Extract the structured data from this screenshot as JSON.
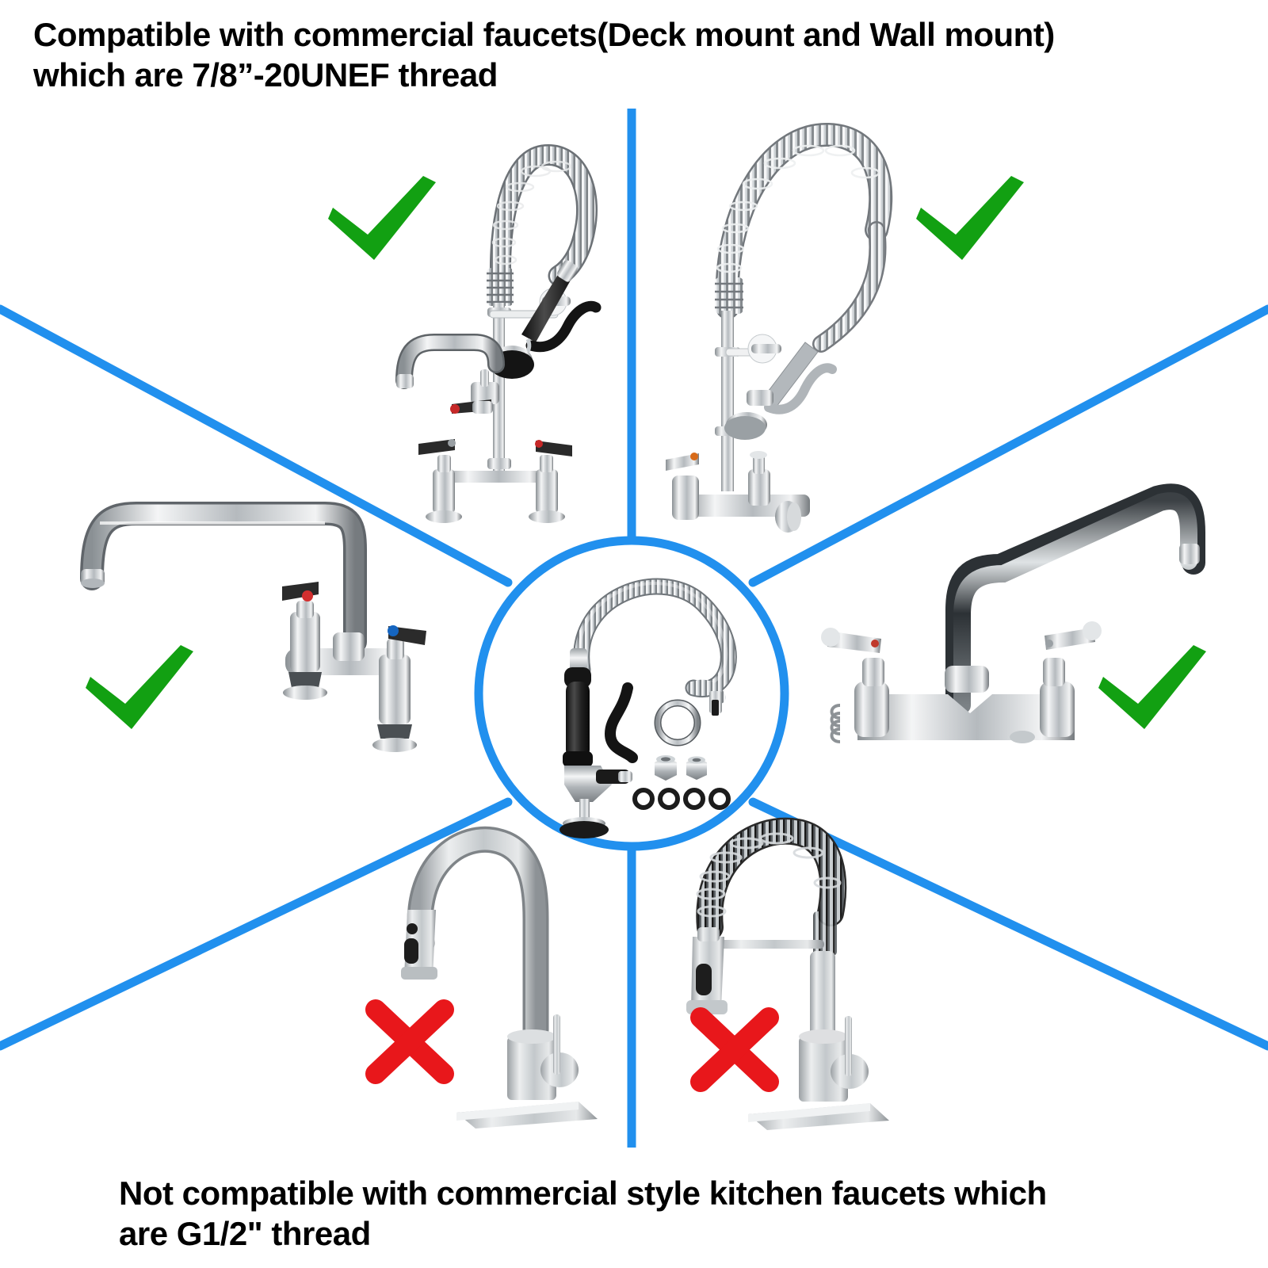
{
  "page": {
    "background_color": "#ffffff",
    "accent_blue": "#2190ee",
    "check_green": "#12a012",
    "cross_red": "#e8171b"
  },
  "top_caption": {
    "line1": "Compatible with commercial faucets(Deck mount and Wall mount)",
    "line2": "which are 7/8”-20UNEF thread",
    "text": "Compatible with commercial faucets(Deck mount and Wall mount)\nwhich are 7/8”-20UNEF thread"
  },
  "bottom_caption": {
    "line1": "Not compatible with commercial style kitchen faucets which",
    "line2": "are G1/2\" thread",
    "text": "Not compatible with commercial style kitchen faucets which\nare G1/2\" thread"
  },
  "center": {
    "label": "pre-rinse-spray-valve-kit",
    "parts": [
      "flexible-stainless-hose",
      "black-spray-gun-handle",
      "wall-bracket-hook",
      "chrome-mounting-ring",
      "brass-adapter-nut-1",
      "brass-adapter-nut-2",
      "rubber-washer-1",
      "rubber-washer-2",
      "rubber-washer-3",
      "rubber-washer-4"
    ]
  },
  "compatible_items": [
    {
      "id": "deck-mount-pre-rinse",
      "name": "Deck mount pre-rinse unit with add-on faucet",
      "verdict": "compatible",
      "mark": "check"
    },
    {
      "id": "wall-mount-pre-rinse",
      "name": "Wall mount pre-rinse unit",
      "verdict": "compatible",
      "mark": "check"
    },
    {
      "id": "deck-mount-swing-spout-faucet",
      "name": "Deck mount commercial faucet with swing spout",
      "verdict": "compatible",
      "mark": "check"
    },
    {
      "id": "wall-mount-swing-spout-faucet",
      "name": "Wall mount commercial faucet with swing spout",
      "verdict": "compatible",
      "mark": "check"
    }
  ],
  "incompatible_items": [
    {
      "id": "pull-down-kitchen-faucet",
      "name": "Pull-down kitchen faucet",
      "verdict": "not-compatible",
      "mark": "cross"
    },
    {
      "id": "spring-coil-kitchen-faucet",
      "name": "Commercial style spring coil kitchen faucet",
      "verdict": "not-compatible",
      "mark": "cross"
    }
  ],
  "marks": {
    "check_symbol": "✔",
    "cross_symbol": "✖"
  }
}
